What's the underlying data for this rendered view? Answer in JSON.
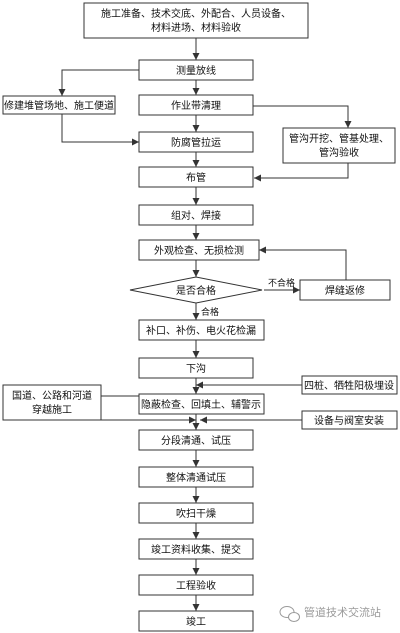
{
  "nodes": {
    "prep_1": "施工准备、技术交底、外配合、人员设备、",
    "prep_2": "材料进场、材料验收",
    "survey": "测量放线",
    "build_site": "修建堆管场地、施工便道",
    "row_clear": "作业带清理",
    "trench_1": "管沟开挖、管基处理、",
    "trench_2": "管沟验收",
    "haul": "防腐管拉运",
    "pipe_lay": "布管",
    "weld": "组对、焊接",
    "inspect": "外观检查、无损检测",
    "qualified_q": "是否合格",
    "repair": "焊缝返修",
    "patch": "补口、补伤、电火花检漏",
    "lower": "下沟",
    "crossing_1": "国道、公路和河道",
    "crossing_2": "穿越施工",
    "piles": "四桩、牺牲阳极埋设",
    "backfill": "隐蔽检查、回填土、辅警示",
    "valve": "设备与阀室安装",
    "section_test": "分段清通、试压",
    "whole_test": "整体清通试压",
    "dry": "吹扫干燥",
    "docs": "竣工资料收集、提交",
    "acceptance": "工程验收",
    "complete": "竣工"
  },
  "labels": {
    "fail": "不合格",
    "pass": "合格"
  },
  "watermark": "管道技术交流站"
}
